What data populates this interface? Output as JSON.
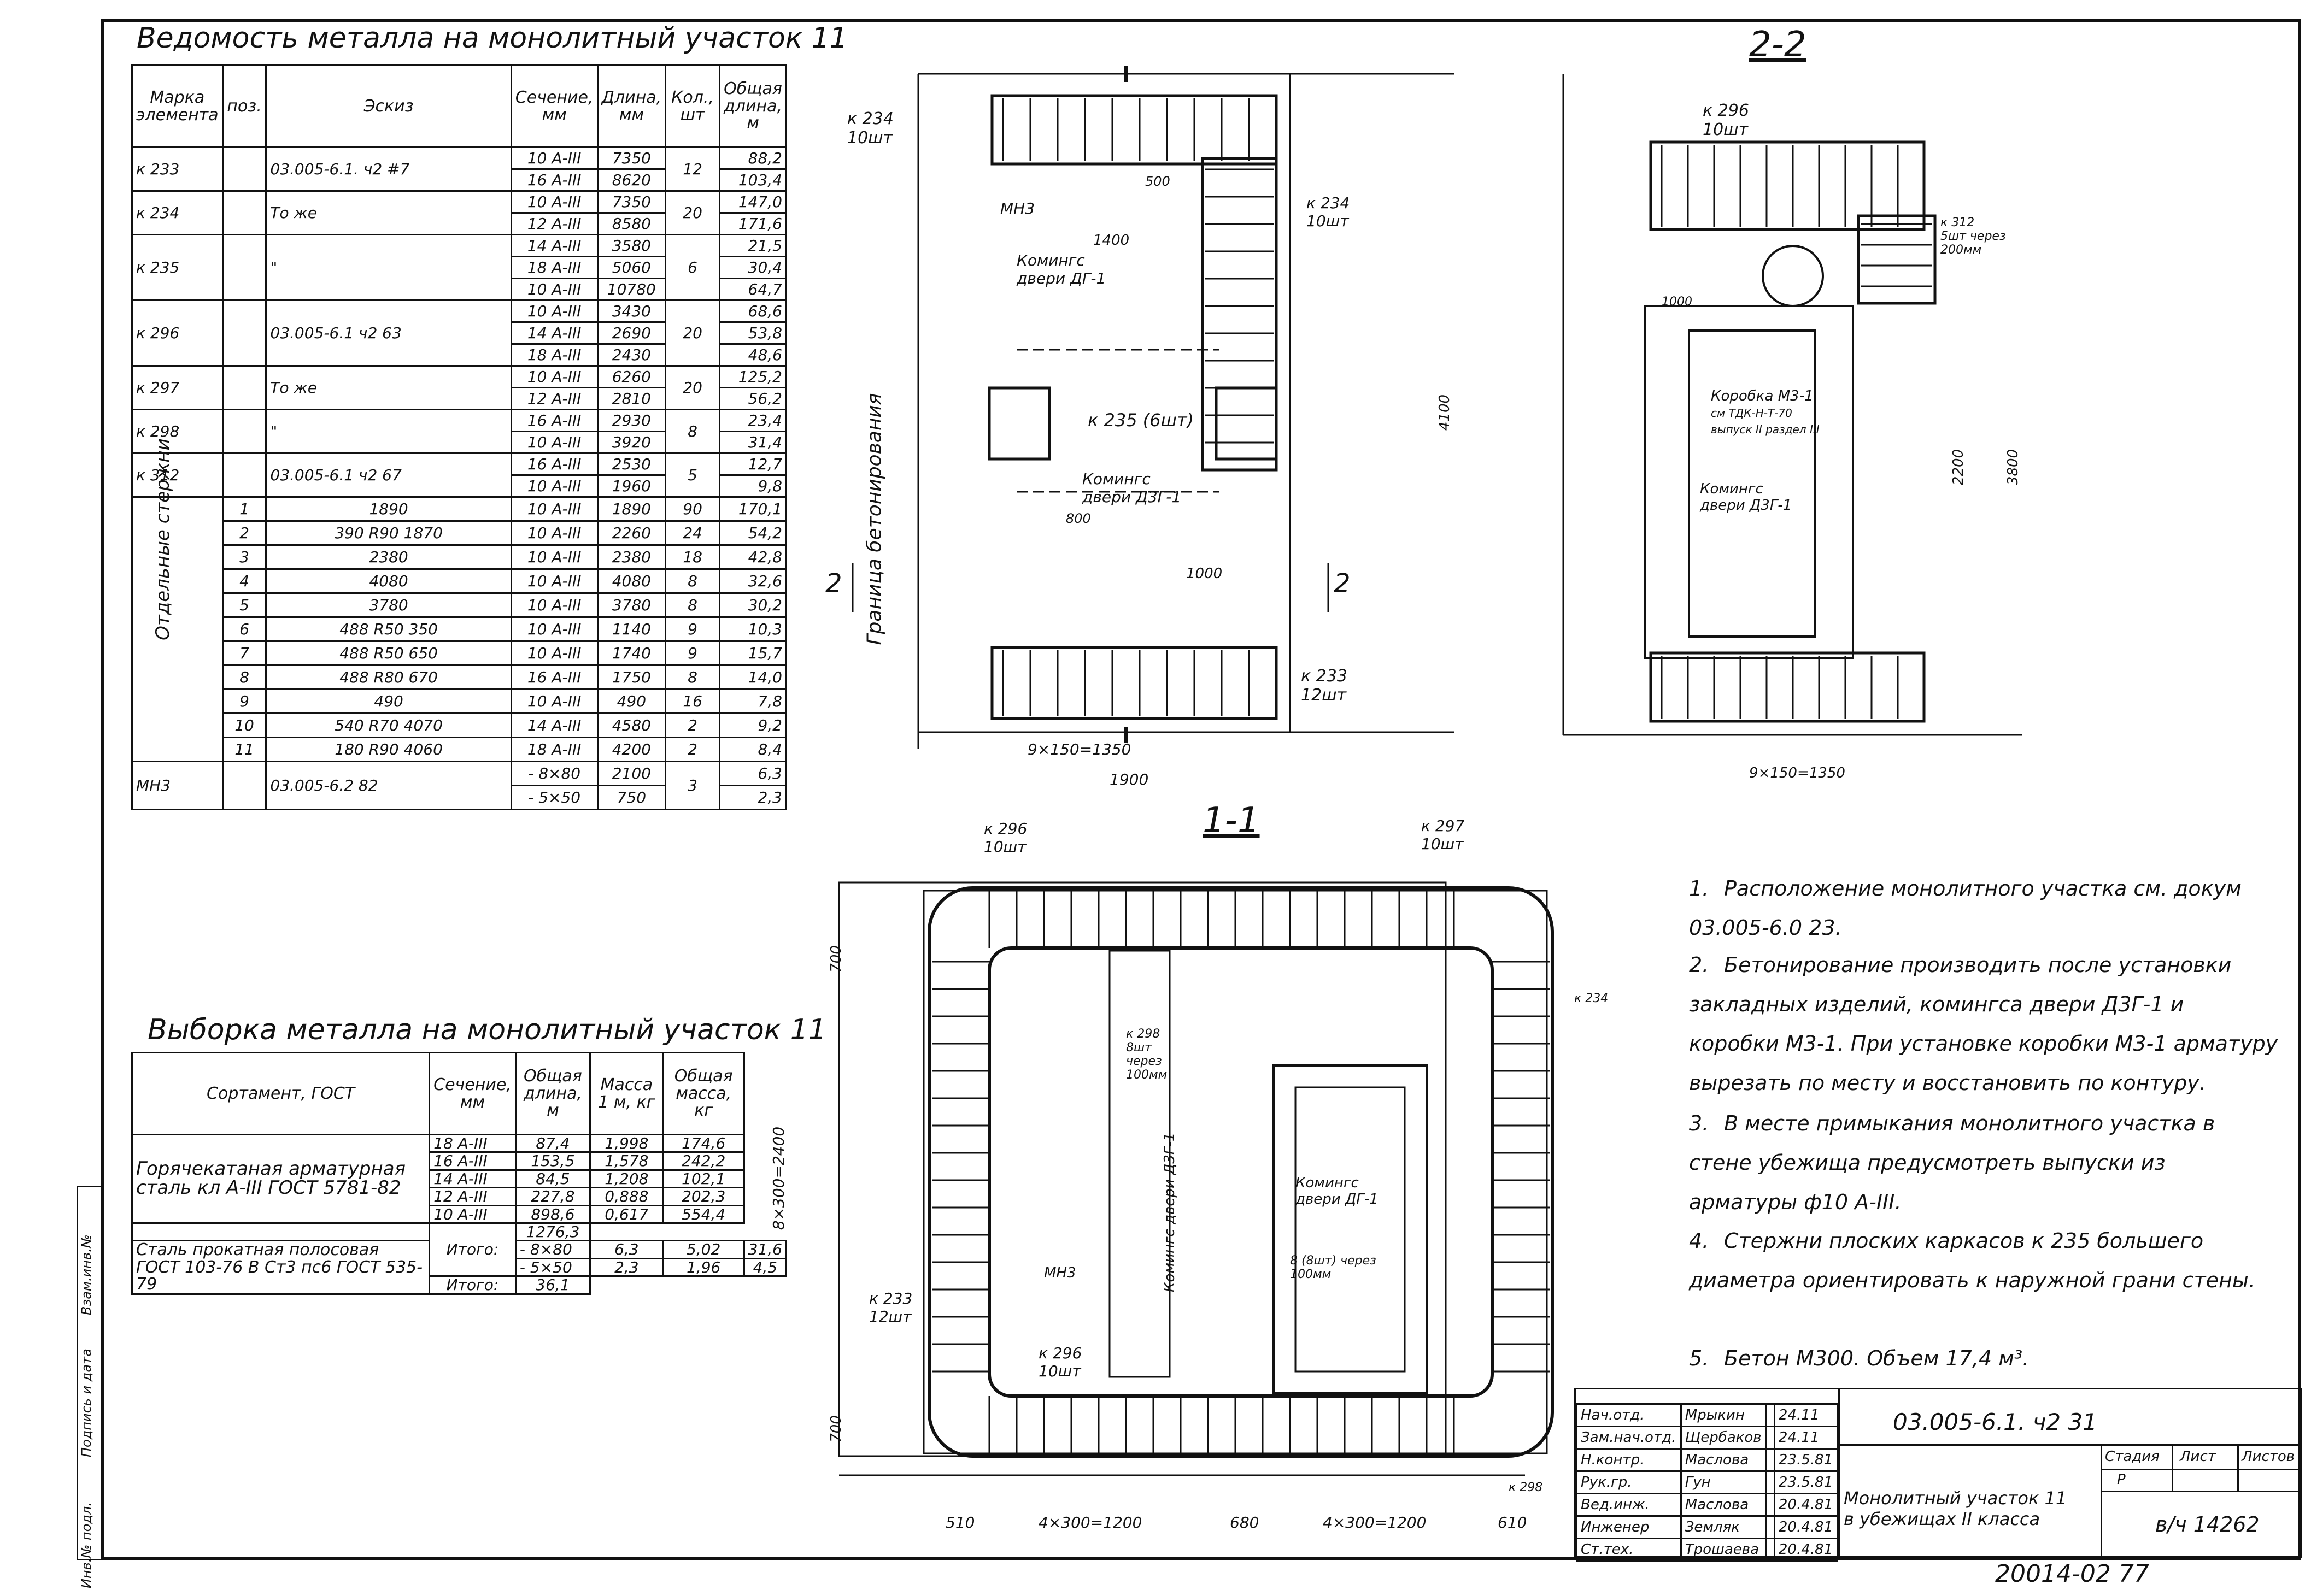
{
  "spec_table": {
    "title": "Ведомость металла на монолитный участок 11",
    "headers": [
      "Марка элемента",
      "поз.",
      "Эскиз",
      "Сечение, мм",
      "Длина, мм",
      "Кол., шт",
      "Общая длина, м"
    ],
    "rows": [
      {
        "mark": "к 233",
        "doc": "03.005-6.1. ч2 #7",
        "count": "12",
        "lines": [
          [
            "10 А-III",
            "7350",
            "88,2"
          ],
          [
            "16 А-III",
            "8620",
            "103,4"
          ]
        ]
      },
      {
        "mark": "к 234",
        "doc": "То же",
        "count": "20",
        "lines": [
          [
            "10 А-III",
            "7350",
            "147,0"
          ],
          [
            "12 А-III",
            "8580",
            "171,6"
          ]
        ]
      },
      {
        "mark": "к 235",
        "doc": "\"",
        "count": "6",
        "lines": [
          [
            "14 А-III",
            "3580",
            "21,5"
          ],
          [
            "18 А-III",
            "5060",
            "30,4"
          ],
          [
            "10 А-III",
            "10780",
            "64,7"
          ]
        ]
      },
      {
        "mark": "к 296",
        "doc": "03.005-6.1 ч2 63",
        "count": "20",
        "lines": [
          [
            "10 А-III",
            "3430",
            "68,6"
          ],
          [
            "14 А-III",
            "2690",
            "53,8"
          ],
          [
            "18 А-III",
            "2430",
            "48,6"
          ]
        ]
      },
      {
        "mark": "к 297",
        "doc": "То же",
        "count": "20",
        "lines": [
          [
            "10 А-III",
            "6260",
            "125,2"
          ],
          [
            "12 А-III",
            "2810",
            "56,2"
          ]
        ]
      },
      {
        "mark": "к 298",
        "doc": "\"",
        "count": "8",
        "lines": [
          [
            "16 А-III",
            "2930",
            "23,4"
          ],
          [
            "10 А-III",
            "3920",
            "31,4"
          ]
        ]
      },
      {
        "mark": "к 312",
        "doc": "03.005-6.1 ч2 67",
        "count": "5",
        "lines": [
          [
            "16 А-III",
            "2530",
            "12,7"
          ],
          [
            "10 А-III",
            "1960",
            "9,8"
          ]
        ]
      }
    ],
    "group_label": "Отдельные стержни",
    "bars": [
      {
        "pos": "1",
        "sketch": "1890",
        "section": "10 А-III",
        "length": "1890",
        "count": "90",
        "total": "170,1"
      },
      {
        "pos": "2",
        "sketch": "390 R90 1870",
        "section": "10 А-III",
        "length": "2260",
        "count": "24",
        "total": "54,2"
      },
      {
        "pos": "3",
        "sketch": "2380",
        "section": "10 А-III",
        "length": "2380",
        "count": "18",
        "total": "42,8"
      },
      {
        "pos": "4",
        "sketch": "4080",
        "section": "10 А-III",
        "length": "4080",
        "count": "8",
        "total": "32,6"
      },
      {
        "pos": "5",
        "sketch": "3780",
        "section": "10 А-III",
        "length": "3780",
        "count": "8",
        "total": "30,2"
      },
      {
        "pos": "6",
        "sketch": "488 R50 350",
        "section": "10 А-III",
        "length": "1140",
        "count": "9",
        "total": "10,3"
      },
      {
        "pos": "7",
        "sketch": "488 R50 650",
        "section": "10 А-III",
        "length": "1740",
        "count": "9",
        "total": "15,7"
      },
      {
        "pos": "8",
        "sketch": "488 R80 670",
        "section": "16 А-III",
        "length": "1750",
        "count": "8",
        "total": "14,0"
      },
      {
        "pos": "9",
        "sketch": "490",
        "section": "10 А-III",
        "length": "490",
        "count": "16",
        "total": "7,8"
      },
      {
        "pos": "10",
        "sketch": "540 R70 4070",
        "section": "14 А-III",
        "length": "4580",
        "count": "2",
        "total": "9,2"
      },
      {
        "pos": "11",
        "sketch": "180 R90 4060",
        "section": "18 А-III",
        "length": "4200",
        "count": "2",
        "total": "8,4"
      }
    ],
    "mn3": {
      "mark": "МН3",
      "doc": "03.005-6.2 82",
      "count": "3",
      "lines": [
        [
          "- 8×80",
          "2100",
          "6,3"
        ],
        [
          "- 5×50",
          "750",
          "2,3"
        ]
      ]
    }
  },
  "summary_table": {
    "title": "Выборка металла на монолитный участок 11",
    "headers": [
      "Сортамент, ГОСТ",
      "Сечение, мм",
      "Общая длина, м",
      "Масса 1 м, кг",
      "Общая масса, кг"
    ],
    "steel1": "Горячекатаная арматурная сталь кл А-III ГОСТ 5781-82",
    "steel1_rows": [
      [
        "18 А-III",
        "87,4",
        "1,998",
        "174,6"
      ],
      [
        "16 А-III",
        "153,5",
        "1,578",
        "242,2"
      ],
      [
        "14 А-III",
        "84,5",
        "1,208",
        "102,1"
      ],
      [
        "12 А-III",
        "227,8",
        "0,888",
        "202,3"
      ],
      [
        "10 А-III",
        "898,6",
        "0,617",
        "554,4"
      ]
    ],
    "total1_label": "Итого:",
    "total1": "1276,3",
    "steel2": "Сталь прокатная полосовая ГОСТ 103-76 В Ст3 пс6 ГОСТ 535-79",
    "steel2_rows": [
      [
        "- 8×80",
        "6,3",
        "5,02",
        "31,6"
      ],
      [
        "- 5×50",
        "2,3",
        "1,96",
        "4,5"
      ]
    ],
    "total2_label": "Итого:",
    "total2": "36,1"
  },
  "notes": [
    {
      "n": "1.",
      "text": "Расположение монолитного участка см. докум 03.005-6.0 23."
    },
    {
      "n": "2.",
      "text": "Бетонирование производить после установки закладных изделий, комингса двери Д3Г-1 и коробки М3-1. При установке коробки М3-1 арматуру вырезать по месту и восстановить по контуру."
    },
    {
      "n": "3.",
      "text": "В месте примыкания монолитного участка в стене убежища предусмотреть выпуски из арматуры ф10 А-III."
    },
    {
      "n": "4.",
      "text": "Стержни плоских каркасов к 235 большего диаметра ориентировать к наружной грани стены."
    },
    {
      "n": "5.",
      "text": "Бетон М300. Объем 17,4 м³."
    }
  ],
  "drawings": {
    "section_22": "2-2",
    "section_11": "1-1",
    "plan_labels": {
      "k234": "к 234",
      "k234_qty": "10шт",
      "k233": "к 233",
      "k233_qty": "12шт",
      "k235": "к 235 (6шт)",
      "coaming1": "Комингс двери ДГ-1",
      "coaming2": "Комингс двери Д3Г-1",
      "mn3": "МН3",
      "border": "Граница бетонирования",
      "dim_top": "9×150=1350",
      "dim_bottom": "9×150=1350",
      "dim_total": "1900",
      "dim_h": "4100",
      "d1": "1400",
      "d2": "1000",
      "d3": "800",
      "d4": "500",
      "cut": "2"
    },
    "s22_labels": {
      "k296": "к 296",
      "k296_qty": "10шт",
      "k312": "к 312",
      "k312_qty": "5шт через 200мм",
      "box": "Коробка М3-1",
      "box_ref": "см ТДК-Н-Т-70 выпуск II раздел III",
      "door": "Комингс двери Д3Г-1",
      "dim_3800": "3800",
      "dim_2200": "2200",
      "dim_1350": "9×150=1350",
      "d1000": "1000"
    },
    "s11_labels": {
      "k296": "к 296",
      "k296_qty": "10шт",
      "k297": "к 297",
      "k297_qty": "10шт",
      "k233": "к 233",
      "k233_qty": "12шт",
      "k298": "к 298",
      "k298_qty": "8шт через 100мм",
      "k234": "к 234",
      "door_a": "Комингс двери ДГ-1",
      "door_b": "Комингс двери Д3Г-1",
      "mn3": "МН3",
      "pos8": "8 (8шт) через 100мм",
      "d_left": "8×300=2400",
      "d_b1": "4×300=1200",
      "d_b2": "4×300=1200",
      "d510": "510",
      "d680": "680",
      "d610": "610",
      "d700": "700"
    }
  },
  "title_block": {
    "doc_code": "03.005-6.1. ч2 31",
    "roles": [
      [
        "Нач.отд.",
        "Мрыкин"
      ],
      [
        "Зам.нач.отд.",
        "Щербаков"
      ],
      [
        "Н.контр.",
        "Маслова"
      ],
      [
        "Рук.гр.",
        "Гун"
      ],
      [
        "Вед.инж.",
        "Маслова"
      ],
      [
        "Инженер",
        "Земляк"
      ],
      [
        "Ст.тех.",
        "Трошаева"
      ]
    ],
    "dates": [
      "24.11",
      "24.11",
      "23.5.81",
      "23.5.81",
      "20.4.81",
      "20.4.81",
      "20.4.81"
    ],
    "desc": "Монолитный участок 11 в убежищах II класса",
    "stage_h": "Стадия",
    "sheet_h": "Лист",
    "sheets_h": "Листов",
    "stage": "Р",
    "org": "в/ч 14262"
  },
  "side_stamp": [
    "Инв.№ подл.",
    "Подпись и дата",
    "Взам.инв.№"
  ],
  "footer_code": "20014-02 77"
}
